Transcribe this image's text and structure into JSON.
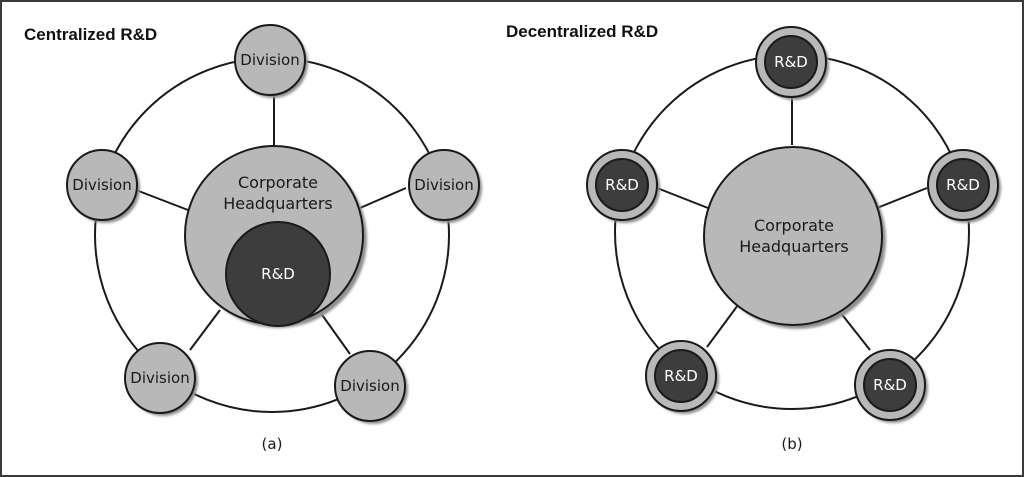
{
  "colors": {
    "node_fill": "#b8b8b8",
    "node_dark_fill": "#3d3d3d",
    "stroke": "#1a1a1a",
    "shadow": "#8f8f8f"
  },
  "panel_a": {
    "title": "Centralized R&D",
    "hq_line1": "Corporate",
    "hq_line2": "Headquarters",
    "rd_label": "R&D",
    "division_label": "Division",
    "caption": "(a)"
  },
  "panel_b": {
    "title": "Decentralized R&D",
    "hq_line1": "Corporate",
    "hq_line2": "Headquarters",
    "rd_label": "R&D",
    "caption": "(b)"
  }
}
